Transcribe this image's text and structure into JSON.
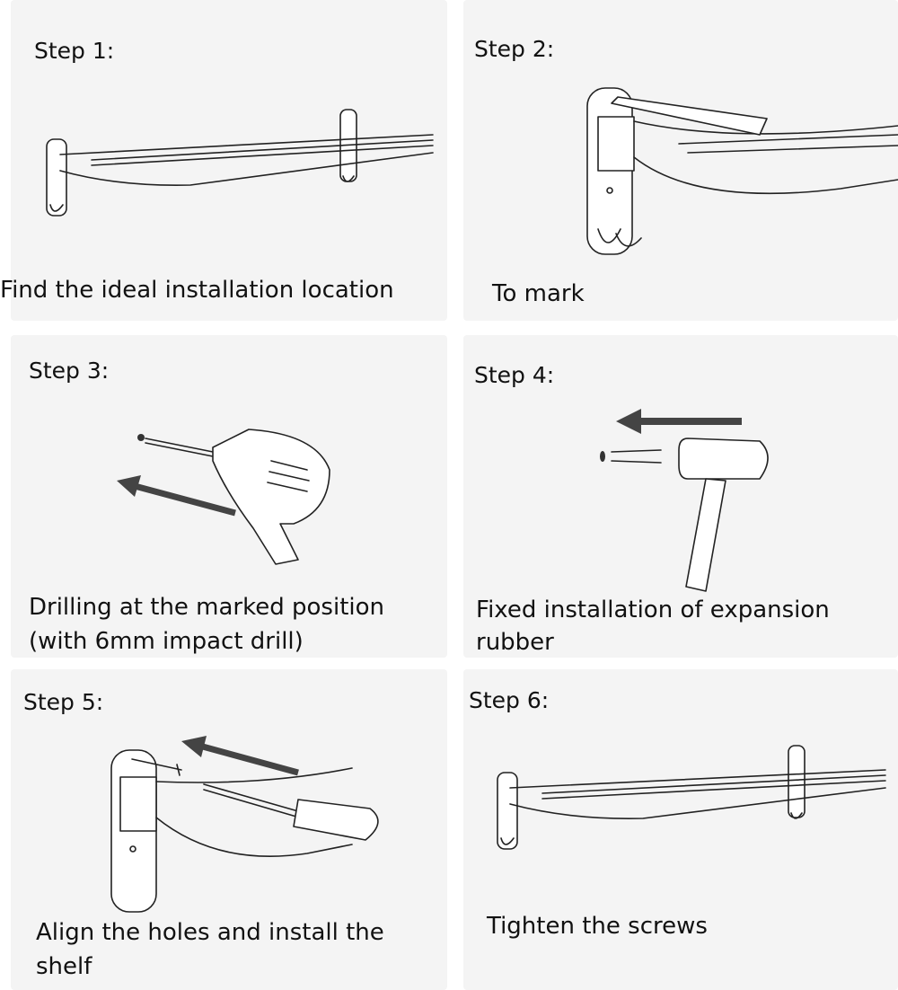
{
  "steps": [
    {
      "title": "Step 1:",
      "caption": "Find the ideal installation location"
    },
    {
      "title": "Step 2:",
      "caption": "To mark"
    },
    {
      "title": "Step 3:",
      "caption_lines": [
        "Drilling at the marked position",
        "(with 6mm impact drill)"
      ]
    },
    {
      "title": "Step 4:",
      "caption_lines": [
        "Fixed installation of expansion",
        "rubber"
      ]
    },
    {
      "title": "Step 5:",
      "caption_lines": [
        "Align the holes and install the",
        "shelf"
      ]
    },
    {
      "title": "Step 6:",
      "caption": "Tighten the screws"
    }
  ],
  "colors": {
    "panel": "#f4f4f4",
    "arrow": "#444444"
  }
}
